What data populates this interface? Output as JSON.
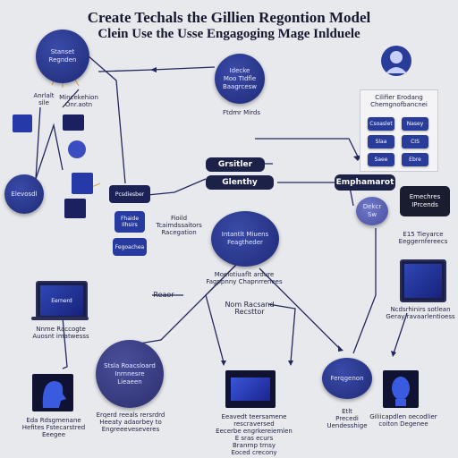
{
  "title": {
    "line1": "Create Techals the Gillien Regontion Model",
    "line2": "Clein Use the Usse Engagoging Mage Inlduele"
  },
  "nodes": {
    "top_left_circle": "Stanset\nRegnden",
    "top_center_circle": "Idecke\nMoo TIdfle\nBaagrcesw",
    "top_center_caption": "Ftdmr Mirds",
    "label_anrlalt": "Anrlalt\nsile",
    "label_mincekehion": "Mincekehion\nOnr.aotn",
    "left_circle": "Elevosdl",
    "pill_grsitler": "Grsitler",
    "pill_glenthy": "Glenthy",
    "pill_emphament": "Emphamarot",
    "box_pcsdiesber": "Pcsdiesber",
    "box_fhaide": "Fhaide\nIlhsirs",
    "box_fegoachea": "Fegoachea",
    "center_label_left": "Fioild\nTcaimdssaitors\nRacegation",
    "center_circle": "Intantlt Miuens\nFeagtheder",
    "center_caption": "Moeiotiuaflt ardure\nFagppnny Chapnrrenees",
    "circle_right_small": "Dekcr\nSw",
    "right_dark_box": "Emechres\nIPrcends",
    "right_caption": "E15 Tieyarce\nEeggernfereecs",
    "right_panel_title": "Cilifier Erodang\nChemgnofbancnei",
    "right_panel_chips": [
      "Csoaslet",
      "Nasey",
      "Slaa",
      "CIS",
      "Saee",
      "Ebre"
    ],
    "nom_label": "Nom Racsand Recsttor",
    "rec_label": "Reaor",
    "left_monitor": "Eernerd",
    "left_monitor_caption": "Nnme Raccogte\nAuosnt imatwesss",
    "right_monitor_caption": "Ncdsrhinirs sotlean\nGeray ravaarlentioess",
    "bottom_circle": "Stsla Roacsloard\nInrnnesre\nLieaeen",
    "bottom_caption_left": "Eda Rdsgmenane\nHefites Fstecarstred\nEeegee",
    "bottom_caption_center": "Erqerd reeals rersrdrd\nHeeaty adaorbey to\nEngreeeveseveres",
    "bottom_caption_mid": "Eeavedt teersamene rescraversed\nEecerbe engrkereiemlen\nE sras ecurs\nBranrnp trnsy\nEoced crecony",
    "bottom_right_circle": "Ferqgenon",
    "bottom_caption_right1": "Etlt\nPrecedi\nUendesshige",
    "bottom_caption_right2": "Giliicapdlen oecodlier\ncoiton Degenee"
  }
}
